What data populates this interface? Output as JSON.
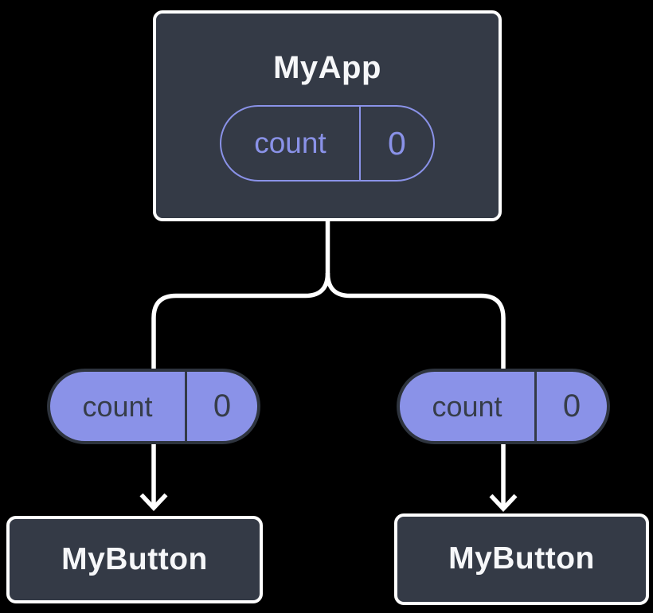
{
  "diagram": {
    "root": {
      "title": "MyApp",
      "state": {
        "name": "count",
        "value": "0"
      }
    },
    "children": [
      {
        "title": "MyButton",
        "prop": {
          "name": "count",
          "value": "0"
        }
      },
      {
        "title": "MyButton",
        "prop": {
          "name": "count",
          "value": "0"
        }
      }
    ],
    "colors": {
      "background": "#000000",
      "node_fill": "#343a46",
      "node_border": "#ffffff",
      "node_text": "#f6f7f9",
      "accent_purple": "#8a92e8",
      "pill_dark_border": "#2e343e",
      "pill_dark_text": "#363d49",
      "connector": "#ffffff"
    }
  }
}
